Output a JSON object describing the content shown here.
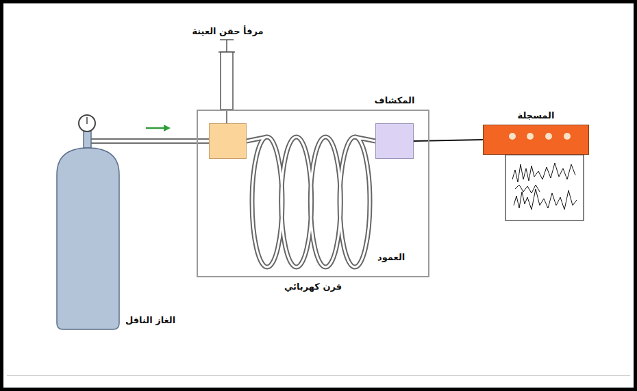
{
  "diagram": {
    "nodes": [
      {
        "text": [
          "الغاز الناقل"
        ]
      },
      {
        "text": [
          "فرن كهربائي"
        ]
      },
      {
        "text": [
          "مرفأ حقن العينة"
        ],
        "in": 1
      },
      {
        "text": [
          "المكشاف"
        ],
        "in": 1
      },
      {
        "text": [
          "المسجلة"
        ]
      }
    ],
    "edges": [
      {
        "from": 0,
        "to": 2,
        "arrow": "none"
      },
      {
        "from": 2,
        "to": 3,
        "arrow": "none"
      },
      {
        "from": 3,
        "to": 4,
        "arrow": "none"
      }
    ],
    "labels": [
      "العمود"
    ]
  }
}
